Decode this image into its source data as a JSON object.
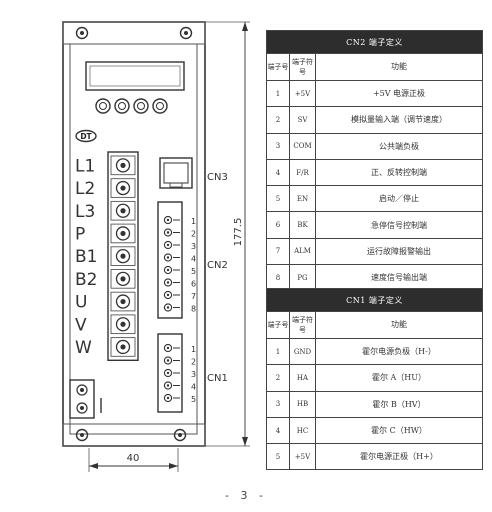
{
  "device": {
    "brand_logo": "DT",
    "connectors": {
      "cn3": "CN3",
      "cn2": "CN2",
      "cn1": "CN1"
    },
    "terminal_labels": [
      "L1",
      "L2",
      "L3",
      "P",
      "B1",
      "B2",
      "U",
      "V",
      "W"
    ],
    "cn2_pins": [
      "1",
      "2",
      "3",
      "4",
      "5",
      "6",
      "7",
      "8"
    ],
    "cn1_pins": [
      "1",
      "2",
      "3",
      "4",
      "5"
    ],
    "dimensions": {
      "height": "177.5",
      "width": "40"
    }
  },
  "cn2_table": {
    "title": "CN2 端子定义",
    "columns": {
      "terminal_no": "端子号",
      "terminal_symbol": "端子符号",
      "function": "功能"
    },
    "rows": [
      {
        "no": "1",
        "symbol": "+5V",
        "function": "+5V 电源正极"
      },
      {
        "no": "2",
        "symbol": "SV",
        "function": "模拟量输入端（调节速度）"
      },
      {
        "no": "3",
        "symbol": "COM",
        "function": "公共端负极"
      },
      {
        "no": "4",
        "symbol": "F/R",
        "function": "正、反转控制端"
      },
      {
        "no": "5",
        "symbol": "EN",
        "function": "启动／停止"
      },
      {
        "no": "6",
        "symbol": "BK",
        "function": "急停信号控制端"
      },
      {
        "no": "7",
        "symbol": "ALM",
        "function": "运行故障报警输出"
      },
      {
        "no": "8",
        "symbol": "PG",
        "function": "速度信号输出端"
      }
    ]
  },
  "cn1_table": {
    "title": "CN1 端子定义",
    "columns": {
      "terminal_no": "端子号",
      "terminal_symbol": "端子符号",
      "function": "功能"
    },
    "rows": [
      {
        "no": "1",
        "symbol": "GND",
        "function": "霍尔电源负极（H-）"
      },
      {
        "no": "2",
        "symbol": "HA",
        "function": "霍尔 A（HU）"
      },
      {
        "no": "3",
        "symbol": "HB",
        "function": "霍尔 B（HV）"
      },
      {
        "no": "4",
        "symbol": "HC",
        "function": "霍尔 C（HW）"
      },
      {
        "no": "5",
        "symbol": "+5V",
        "function": "霍尔电源正极（H+）"
      }
    ]
  },
  "page_number": "- 3 -"
}
